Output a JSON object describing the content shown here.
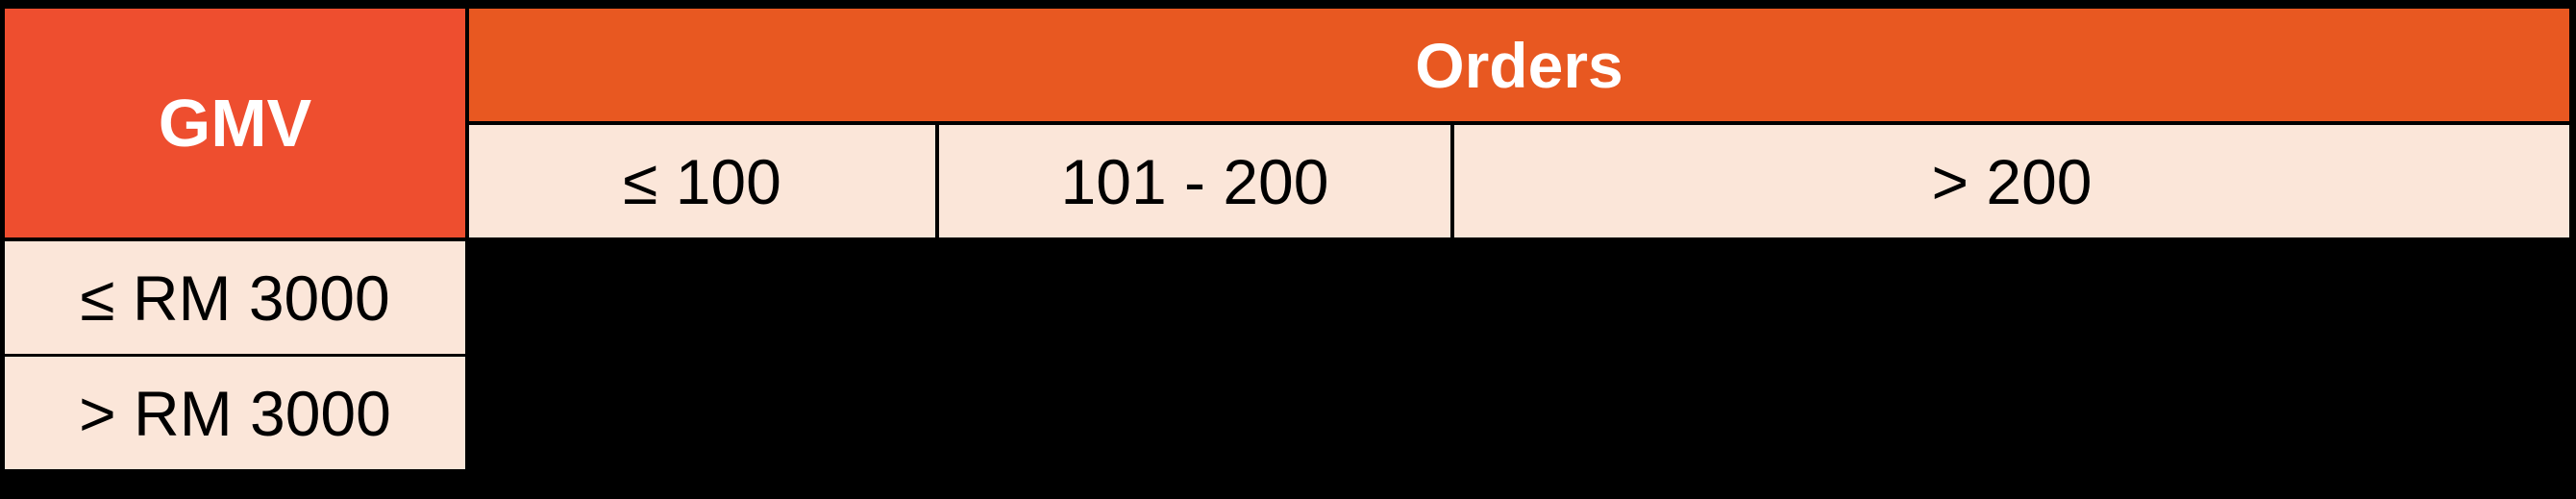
{
  "table": {
    "corner_header": "GMV",
    "column_group_header": "Orders",
    "columns": [
      "≤  100",
      "101 - 200",
      "> 200"
    ],
    "rows": [
      {
        "label": "≤ RM 3000",
        "cells": [
          "",
          "",
          ""
        ]
      },
      {
        "label": "> RM 3000",
        "cells": [
          "",
          "",
          ""
        ]
      }
    ],
    "colors": {
      "gmv_header_bg": "#ee4e2f",
      "orders_header_bg": "#e85821",
      "cell_bg": "#fbe6d9",
      "header_text": "#ffffff",
      "body_text": "#000000",
      "background": "#000000"
    }
  }
}
